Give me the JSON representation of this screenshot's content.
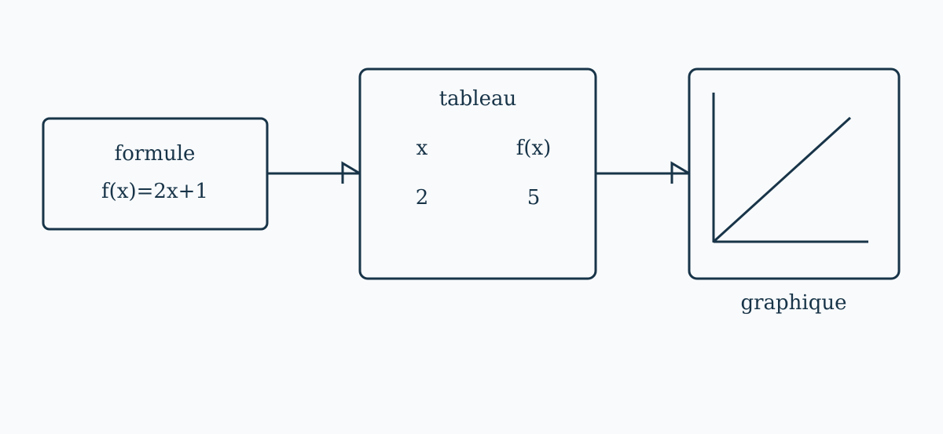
{
  "colors": {
    "background": "#f8fafc",
    "ink": "#183448"
  },
  "formula_box": {
    "title": "formule",
    "expression": "f(x)=2x+1"
  },
  "table_box": {
    "title": "tableau",
    "headers": [
      "x",
      "f(x)"
    ],
    "row": [
      "2",
      "5"
    ]
  },
  "graph_box": {
    "caption": "graphique",
    "icon": "line-chart-icon"
  },
  "connectors": [
    {
      "from": "formule",
      "to": "tableau"
    },
    {
      "from": "tableau",
      "to": "graphique"
    }
  ]
}
